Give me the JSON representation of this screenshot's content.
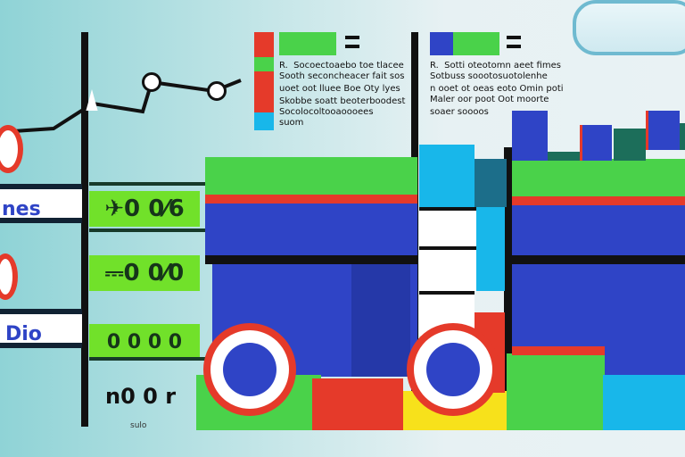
{
  "labels": {
    "row_left_1": "nes",
    "row_left_2": "Dio",
    "metric_1": "✈0 0⁄6",
    "metric_2": "⎓0 0⁄0",
    "metric_3": "0 0 0 0",
    "metric_bottom": "n0 0 r",
    "metric_bottom_sub": "sulo"
  },
  "legend_left": {
    "line1": "R.  Socoectoaebo toe tlacee",
    "line2": "Sooth seconcheacer fait sos",
    "line3": "uoet oot lluee Boe Oty lyes",
    "line4": "Skobbe soatt beoterboodest",
    "line5": "Socolocoltooaoooees",
    "line6": "suom"
  },
  "legend_right": {
    "line1": "R.  Sotti oteotomn aeet fimes",
    "line2": "Sotbuss soootosuotolenhe",
    "line3": "n ooet ot oeas eoto Omin poti",
    "line4": "Maler oor poot Oot moorte",
    "line5": "soaer soooos"
  },
  "colors": {
    "accent_red": "#e53a2a",
    "accent_blue": "#2f44c6",
    "accent_green": "#4ad24a",
    "accent_cyan": "#18b7ea",
    "accent_yellow": "#f7e11b"
  }
}
